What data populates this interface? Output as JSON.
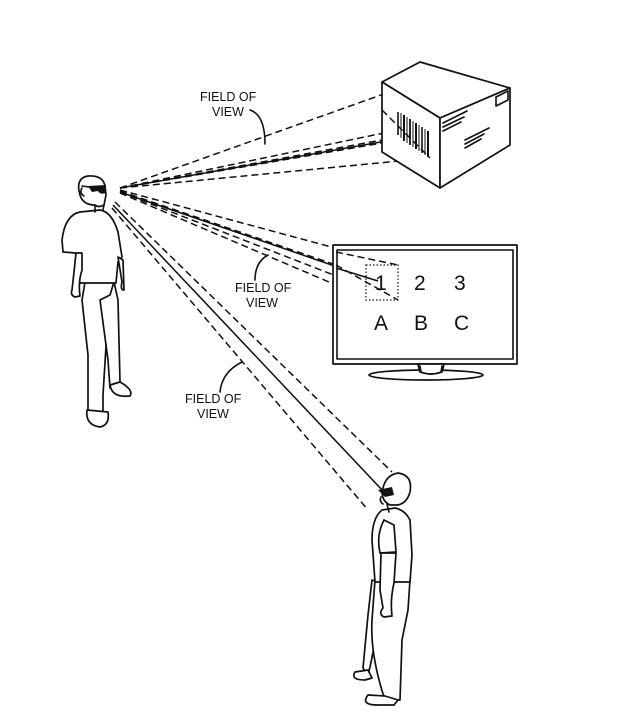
{
  "figure": {
    "labels": {
      "fov_box": [
        "FIELD OF",
        "VIEW"
      ],
      "fov_tv": [
        "FIELD OF",
        "VIEW"
      ],
      "fov_person": [
        "FIELD OF",
        "VIEW"
      ]
    },
    "display": {
      "row1": [
        "1",
        "2",
        "3"
      ],
      "row2": [
        "A",
        "B",
        "C"
      ]
    },
    "colors": {
      "ink": "#111111",
      "background": "#ffffff"
    }
  }
}
